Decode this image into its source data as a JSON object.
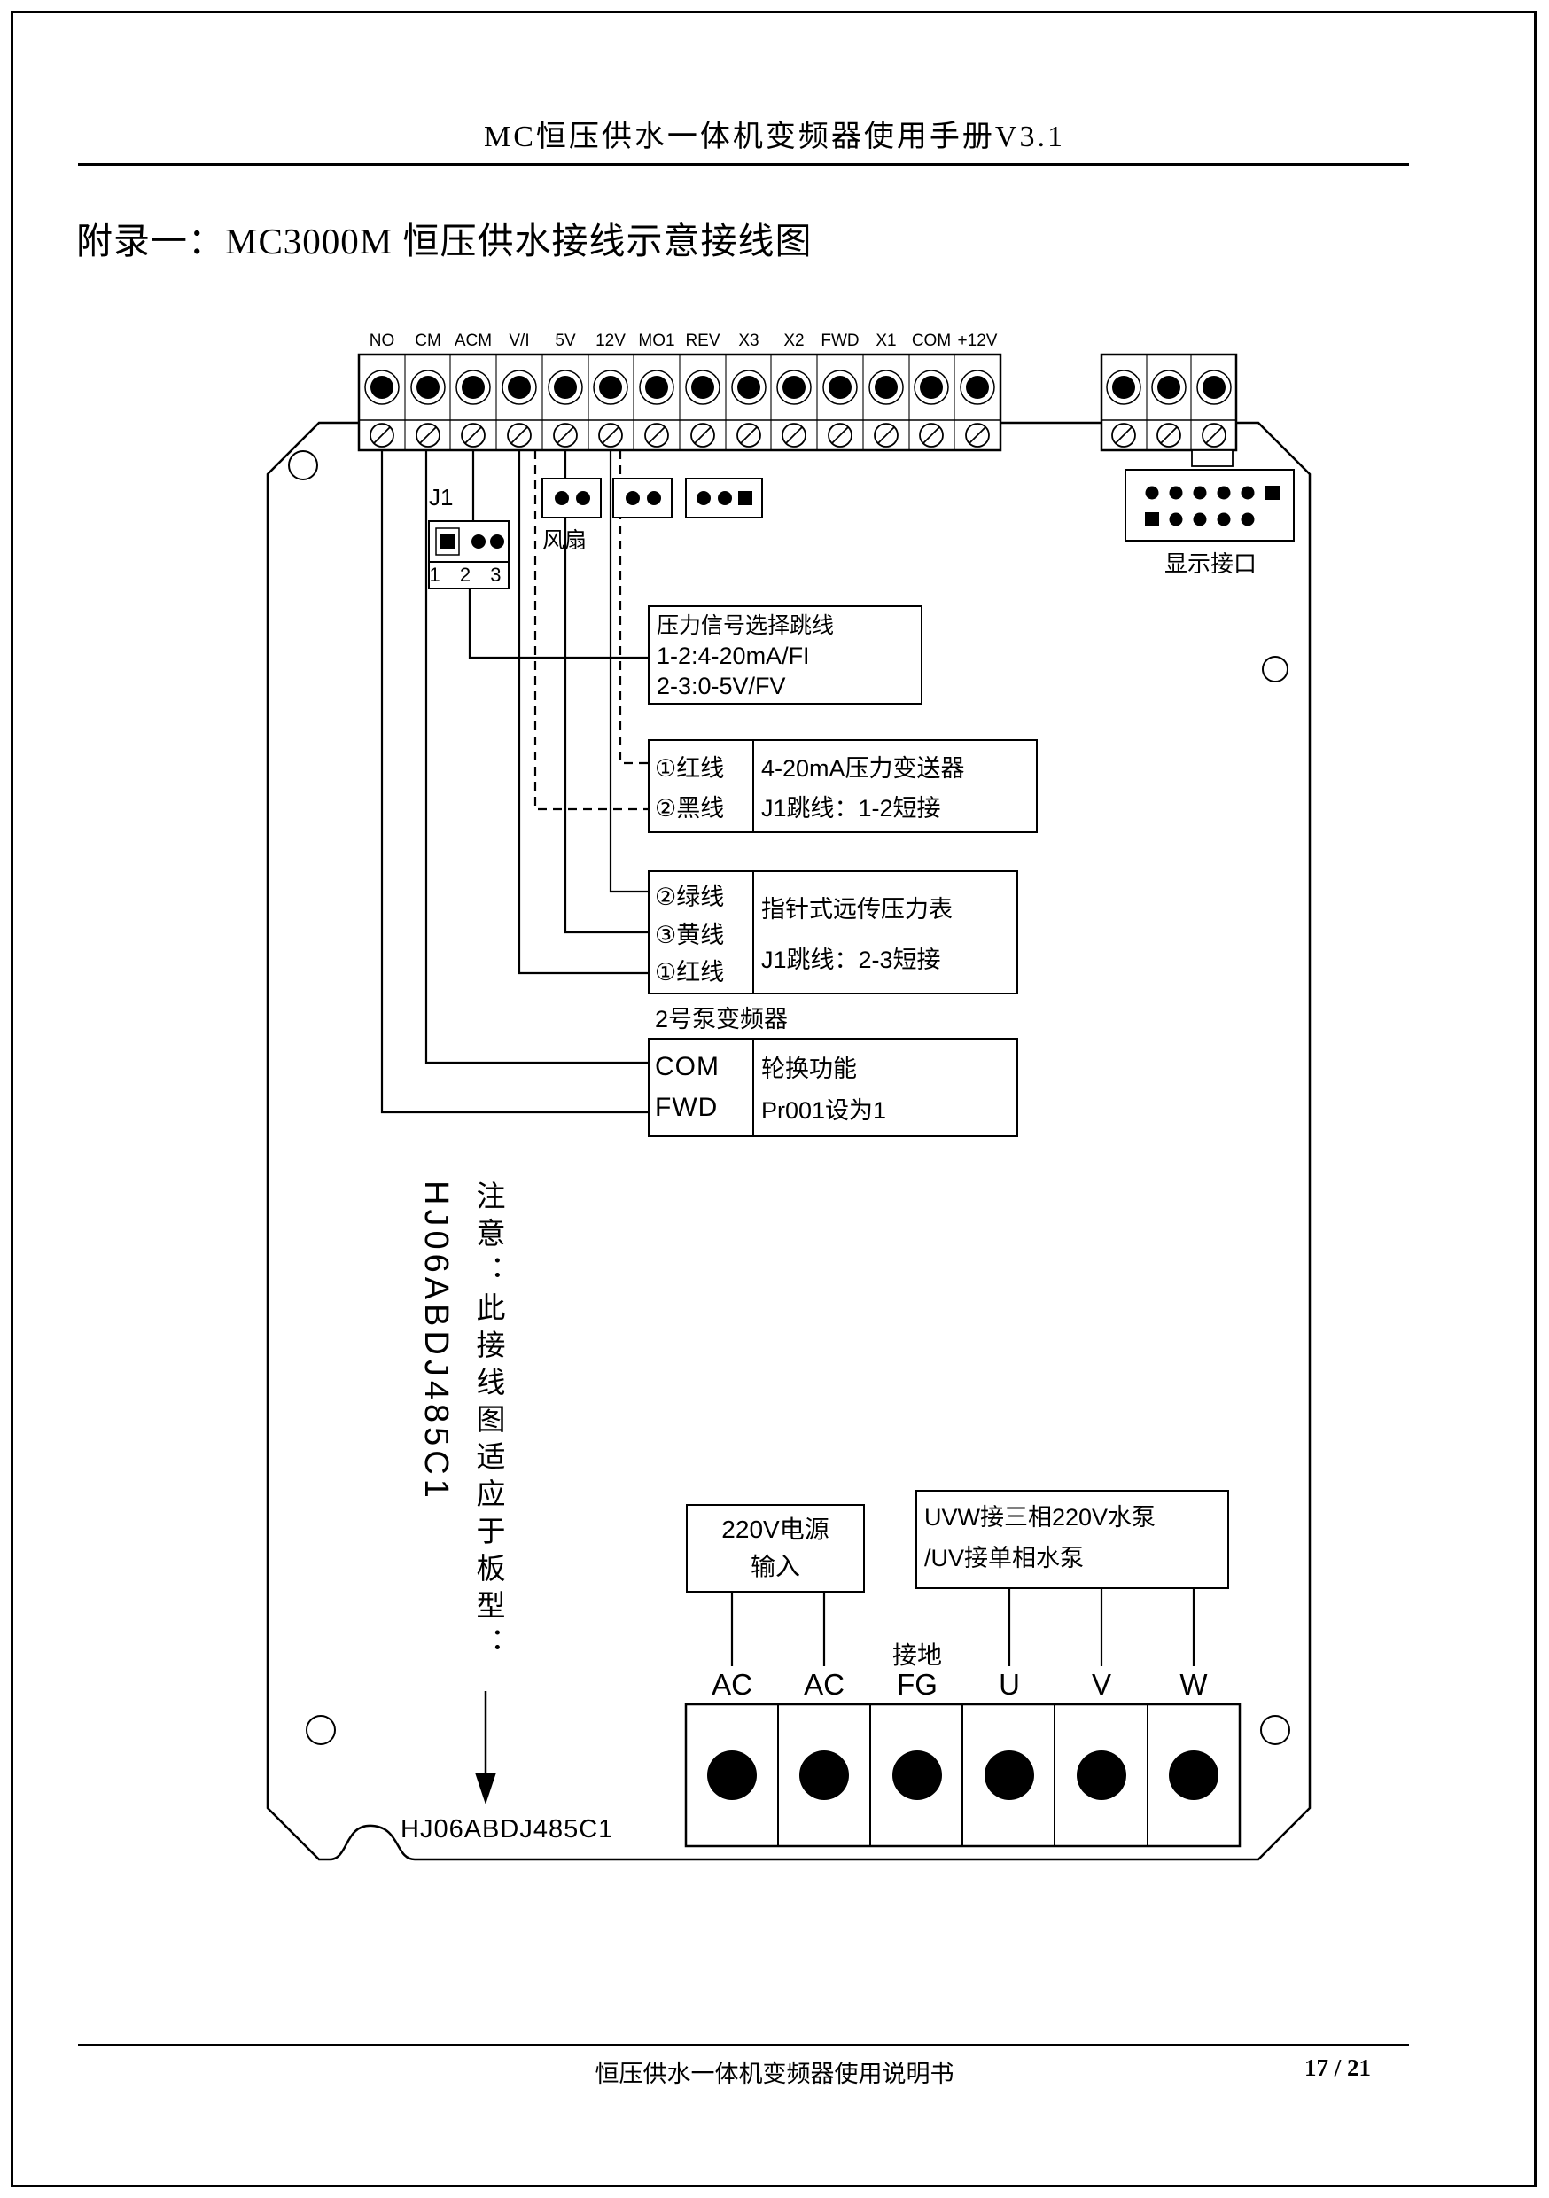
{
  "page": {
    "header_title": "MC恒压供水一体机变频器使用手册V3.1",
    "appendix_title": "附录一：MC3000M 恒压供水接线示意接线图",
    "footer_title": "恒压供水一体机变频器使用说明书",
    "page_number": "17 / 21"
  },
  "board": {
    "control_terminals": [
      "NO",
      "CM",
      "ACM",
      "V/I",
      "5V",
      "12V",
      "MO1",
      "REV",
      "X3",
      "X2",
      "FWD",
      "X1",
      "COM",
      "+12V"
    ],
    "j1": {
      "label": "J1",
      "pins": "1 2 3"
    },
    "fan_label": "风扇",
    "display_port_label": "显示接口",
    "pressure_jumper_box": {
      "title": "压力信号选择跳线",
      "option1": "1-2:4-20mA/FI",
      "option2": "2-3:0-5V/FV"
    },
    "transmitter_box": {
      "wire1": "①红线",
      "wire2": "②黑线",
      "desc1": "4-20mA压力变送器",
      "desc2": "J1跳线：1-2短接"
    },
    "gauge_box": {
      "wire1": "②绿线",
      "wire2": "③黄线",
      "wire3": "①红线",
      "desc1": "指针式远传压力表",
      "desc2": "J1跳线：2-3短接"
    },
    "pump2_label": "2号泵变频器",
    "pump2_box": {
      "term1": "COM",
      "term2": "FWD",
      "desc1": "轮换功能",
      "desc2": "Pr001设为1"
    },
    "note_vertical": "注意：此接线图适应于板型：",
    "model_vertical": "HJ06ABDJ485C1",
    "model_bottom": "HJ06ABDJ485C1",
    "power_input_box": {
      "line1": "220V电源",
      "line2": "输入"
    },
    "pump_output_box": {
      "line1": "UVW接三相220V水泵",
      "line2": "/UV接单相水泵"
    },
    "ground_label": "接地",
    "power_terminals": [
      "AC",
      "AC",
      "FG",
      "U",
      "V",
      "W"
    ]
  }
}
